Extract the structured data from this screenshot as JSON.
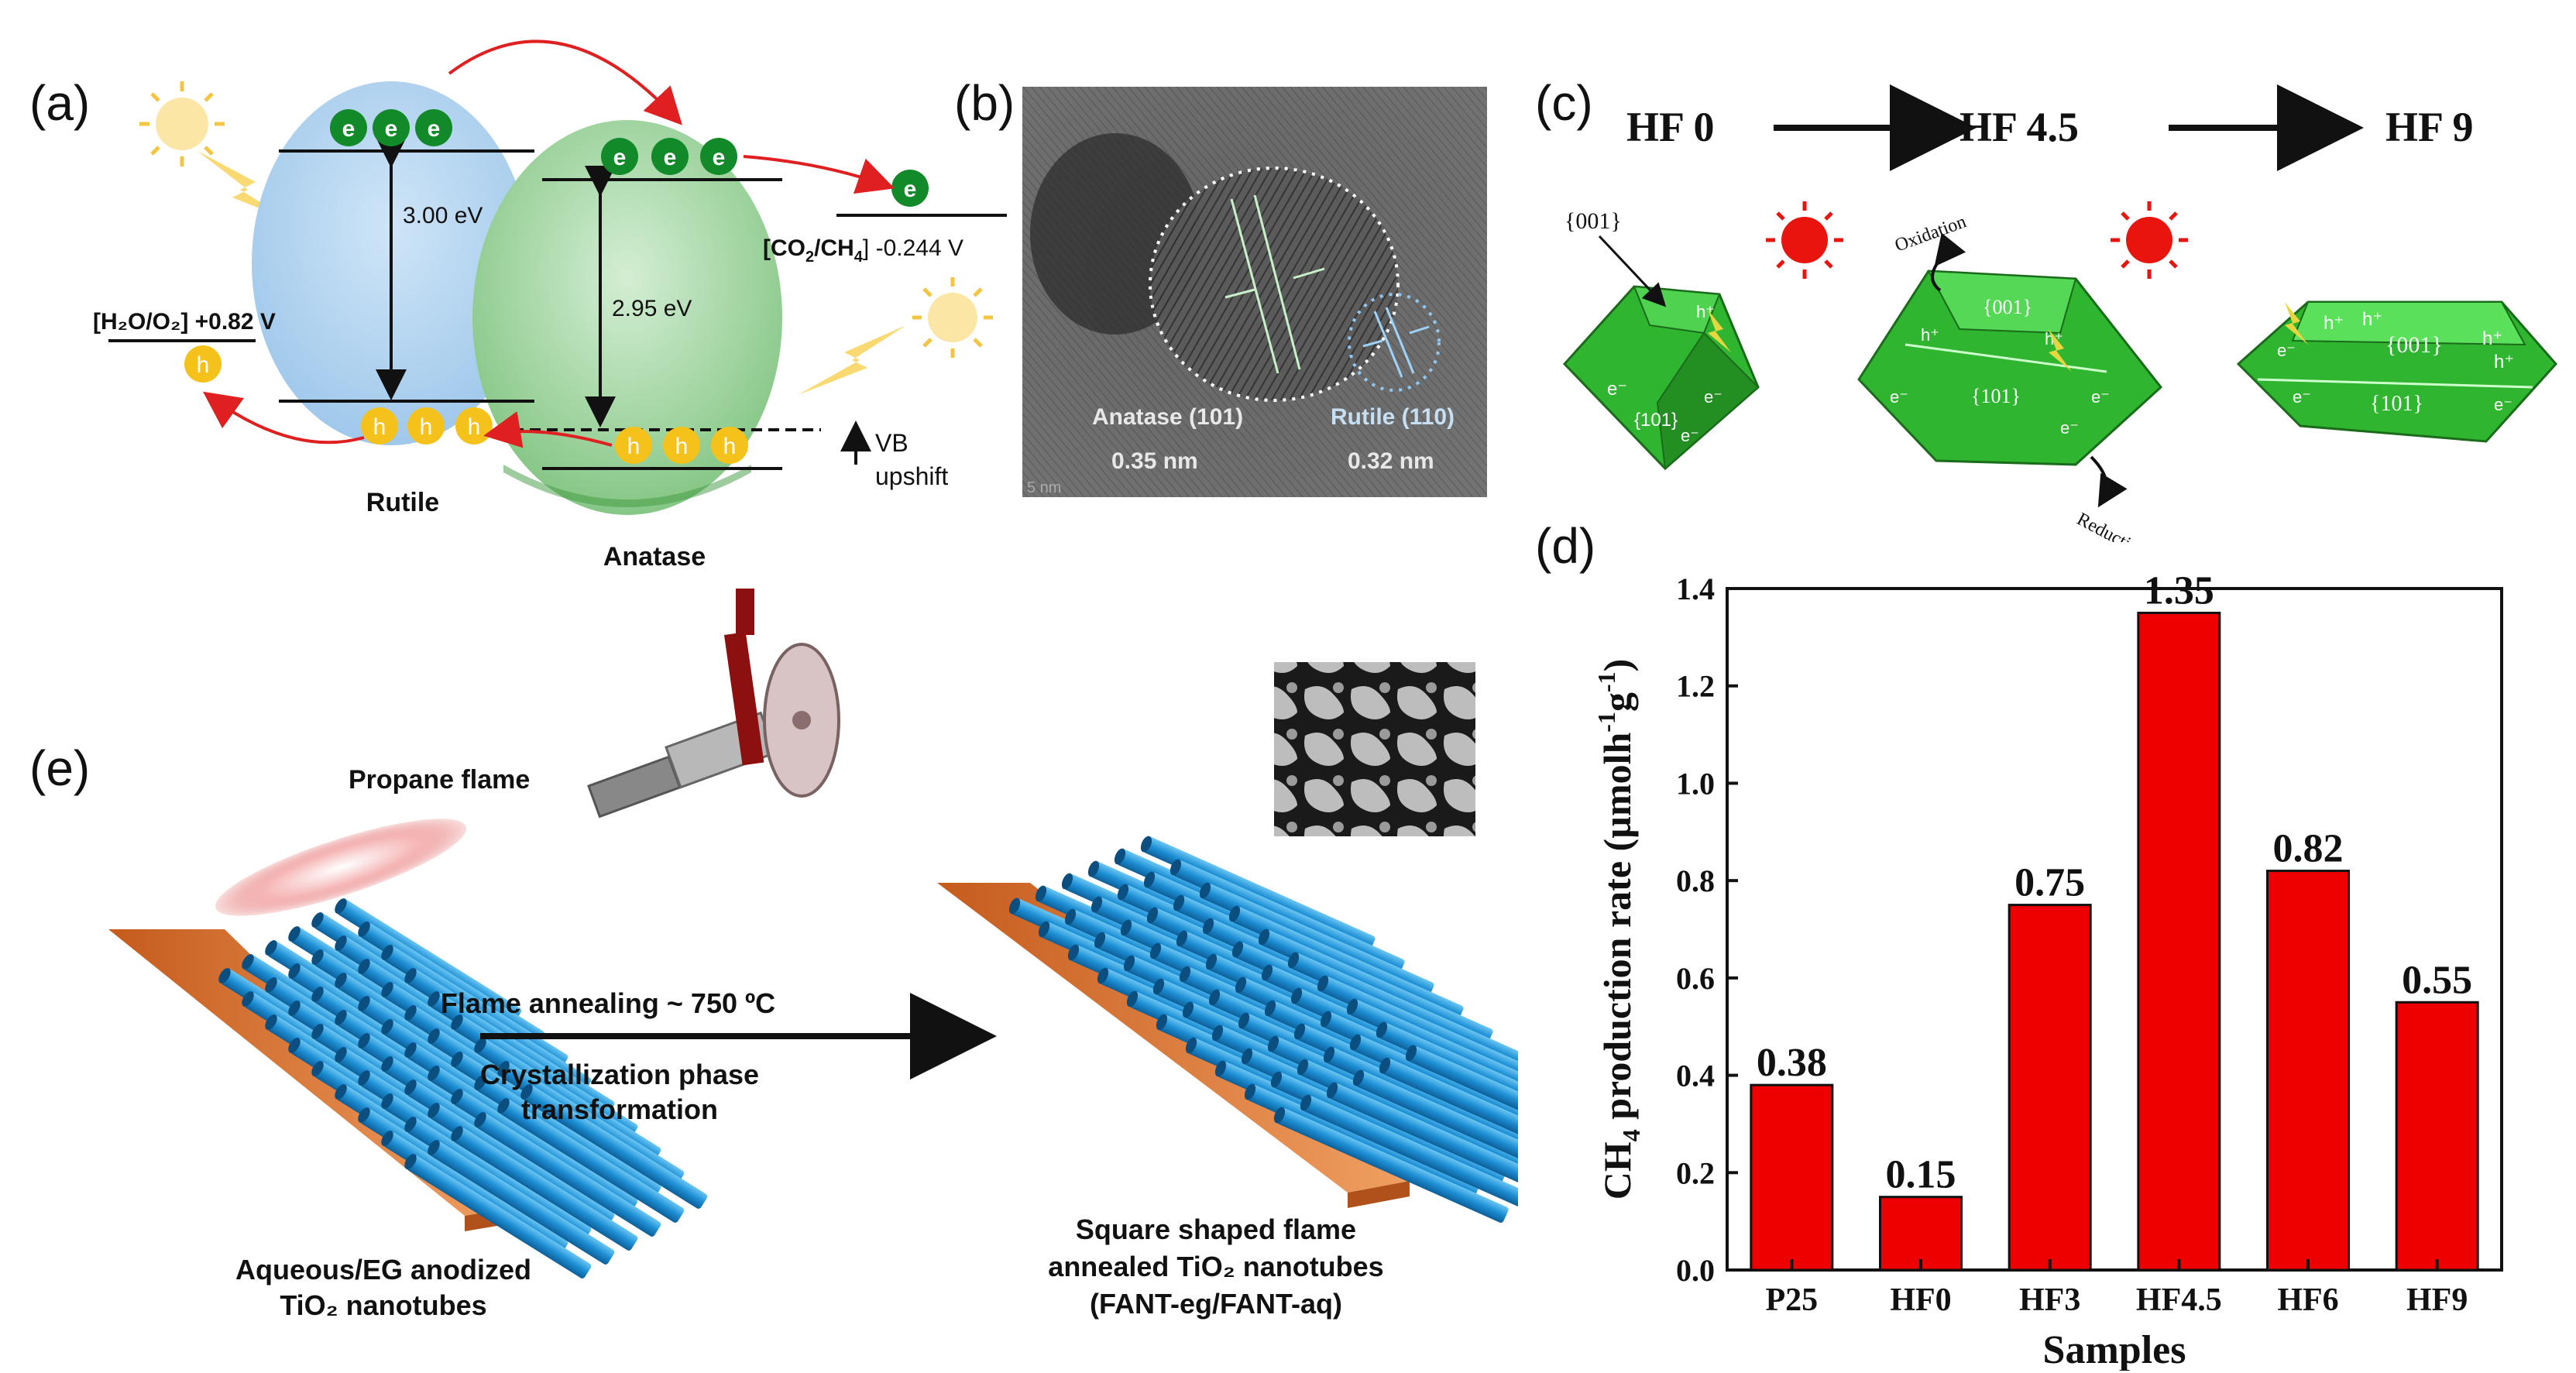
{
  "panels": {
    "a": {
      "label": "(a)",
      "rutile_gap": "3.00 eV",
      "anatase_gap": "2.95 eV",
      "rutile_label": "Rutile",
      "anatase_label": "Anatase",
      "h2o_o2_couple": "[H₂O/O₂] +0.82 V",
      "co2_ch4_couple_main": "[CO",
      "co2_ch4_sub2": "2",
      "co2_ch4_mid": "/CH",
      "co2_ch4_sub4": "4",
      "co2_ch4_end": "] -0.244 V",
      "vb_line1": "VB",
      "vb_line2": "upshift",
      "electron_symbol": "e",
      "hole_symbol": "h"
    },
    "b": {
      "label": "(b)",
      "anatase_plane": "Anatase (101)",
      "anatase_spacing": "0.35 nm",
      "rutile_plane": "Rutile (110)",
      "rutile_spacing": "0.32 nm",
      "scale_text": "5 nm"
    },
    "c": {
      "label": "(c)",
      "stages": [
        "HF 0",
        "HF 4.5",
        "HF 9"
      ],
      "facet_001_callout": "{001}",
      "facet_001": "{001}",
      "facet_101": "{101}",
      "oxidation": "Oxidation",
      "reduction": "Reduction"
    },
    "d": {
      "label": "(d)"
    },
    "e": {
      "label": "(e)",
      "propane_flame": "Propane flame",
      "arrow_line1": "Flame annealing ~ 750 ºC",
      "arrow_line2": "Crystallization  phase",
      "arrow_line3": "transformation",
      "left_caption_line1": "Aqueous/EG anodized",
      "left_caption_line2": "TiO₂ nanotubes",
      "right_caption_line1": "Square shaped flame",
      "right_caption_line2": "annealed TiO₂ nanotubes",
      "right_caption_line3": "(FANT-eg/FANT-aq)"
    }
  },
  "colors": {
    "bar": "#ee0000",
    "rutile": "#a9cfee",
    "anatase": "#8ed08e",
    "electron": "#128a2a",
    "hole": "#f5c21b",
    "crystal": "#2fb52f",
    "nanotube": "#1b8fd3",
    "substrate": "#e9894a"
  },
  "chart_data": {
    "type": "bar",
    "categories": [
      "P25",
      "HF0",
      "HF3",
      "HF4.5",
      "HF6",
      "HF9"
    ],
    "values": [
      0.38,
      0.15,
      0.75,
      1.35,
      0.82,
      0.55
    ],
    "value_labels": [
      "0.38",
      "0.15",
      "0.75",
      "1.35",
      "0.82",
      "0.55"
    ],
    "xlabel": "Samples",
    "ylabel_main": "CH",
    "ylabel_sub": "4",
    "ylabel_rest": " production rate (µmolh",
    "ylabel_sup1": "-1",
    "ylabel_mid": "g",
    "ylabel_sup2": "-1",
    "ylabel_close": ")",
    "ylim": [
      0,
      1.4
    ],
    "yticks": [
      "0.0",
      "0.2",
      "0.4",
      "0.6",
      "0.8",
      "1.0",
      "1.2",
      "1.4"
    ],
    "grid": false
  }
}
